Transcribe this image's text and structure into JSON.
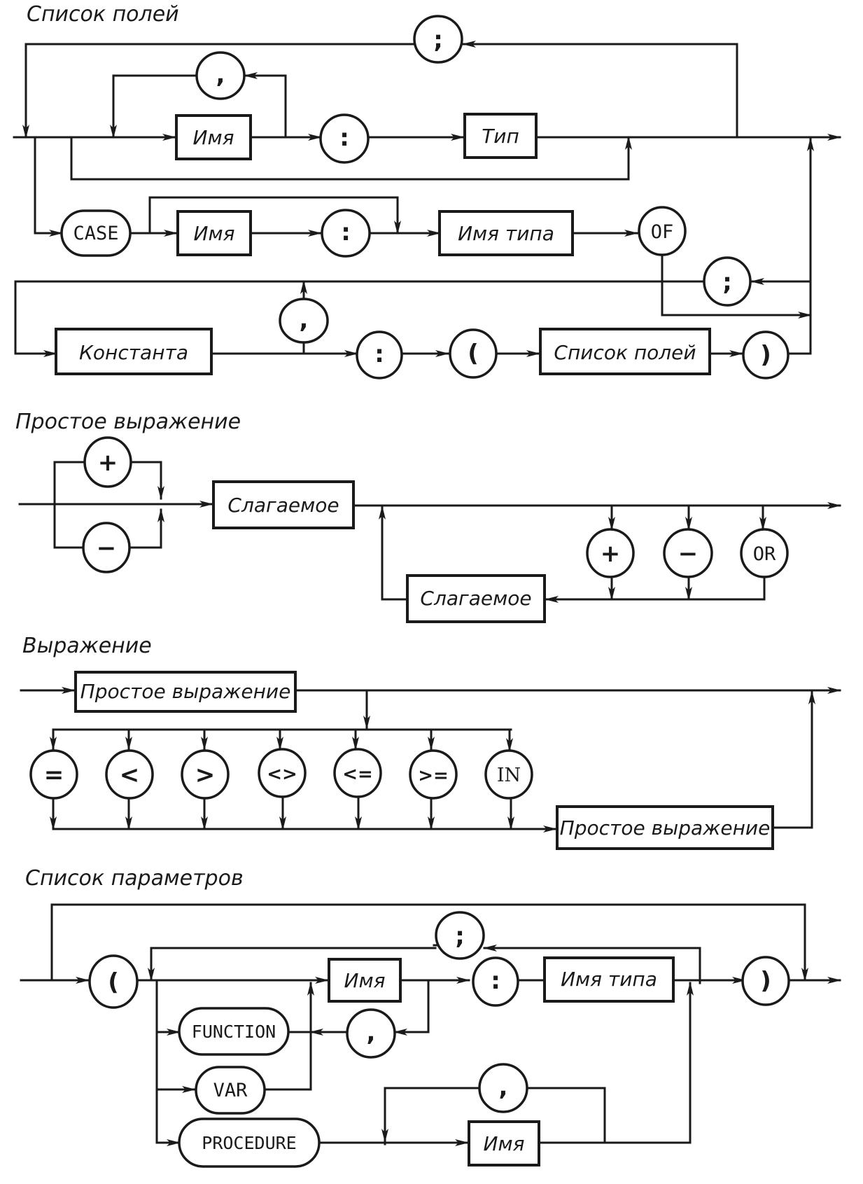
{
  "colors": {
    "ink": "#1a1a1a",
    "paper": "#ffffff"
  },
  "diagrams": [
    {
      "id": "field-list",
      "title": "Список полей",
      "nodes": {
        "semicolon_top": "; ",
        "comma_top": ",",
        "name": "Имя",
        "colon": ":",
        "type": "Тип",
        "case": "CASE",
        "case_name": "Имя",
        "case_colon": ":",
        "type_name": "Имя типа",
        "of": "OF",
        "semicolon_mid": ";",
        "comma_mid": ",",
        "constant": "Константа",
        "colon2": ":",
        "lparen": "(",
        "field_list_ref": "Список полей",
        "rparen": ")"
      }
    },
    {
      "id": "simple-expression",
      "title": "Простое выражение",
      "nodes": {
        "plus_prefix": "+",
        "minus_prefix": "−",
        "term": "Слагаемое",
        "term_loop": "Слагаемое",
        "plus_op": "+",
        "minus_op": "−",
        "or_op": "OR"
      }
    },
    {
      "id": "expression",
      "title": "Выражение",
      "nodes": {
        "simple_expr": "Простое выражение",
        "eq": "=",
        "lt": "<",
        "gt": ">",
        "ne": "<>",
        "le": "<=",
        "ge": ">=",
        "in": "IN",
        "simple_expr2": "Простое выражение"
      }
    },
    {
      "id": "parameter-list",
      "title": "Список параметров",
      "nodes": {
        "lparen": "(",
        "semicolon": ";",
        "name": "Имя",
        "colon": ":",
        "type_name": "Имя типа",
        "rparen": ")",
        "function": "FUNCTION",
        "comma": ",",
        "var": "VAR",
        "comma2": ",",
        "procedure": "PROCEDURE",
        "proc_name": "Имя"
      }
    }
  ]
}
